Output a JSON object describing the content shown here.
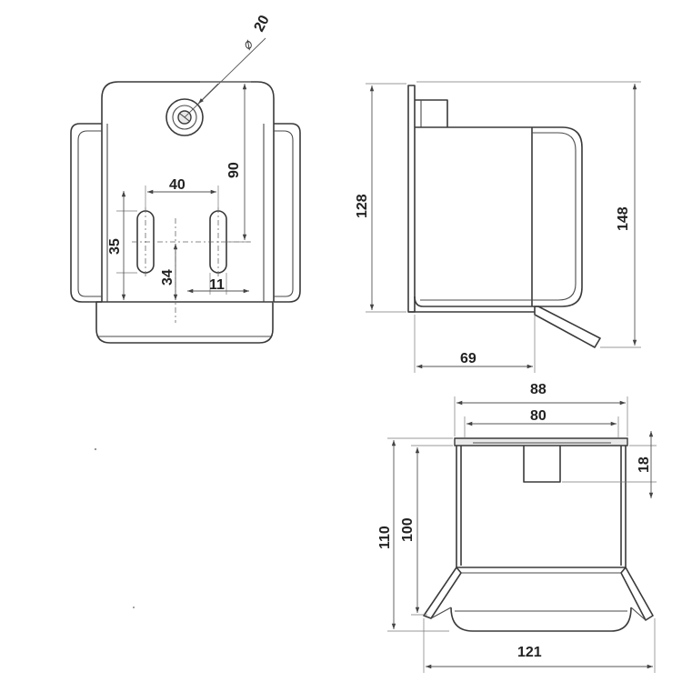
{
  "dimensions": {
    "hole_diameter_symbol": "⌀",
    "hole_diameter": "20",
    "hole_vertical_offset": "90",
    "slot_spacing": "40",
    "slot_length": "35",
    "slot_bottom_offset": "34",
    "slot_width": "11",
    "side_height": "128",
    "overall_height": "148",
    "side_depth": "69",
    "top_outer_width": "88",
    "top_inner_width": "80",
    "tab_height": "18",
    "top_outer_depth": "110",
    "top_inner_depth": "100",
    "flange_width": "121"
  },
  "colors": {
    "line": "#3a3a3a",
    "dimension": "#555555",
    "background": "#ffffff"
  }
}
